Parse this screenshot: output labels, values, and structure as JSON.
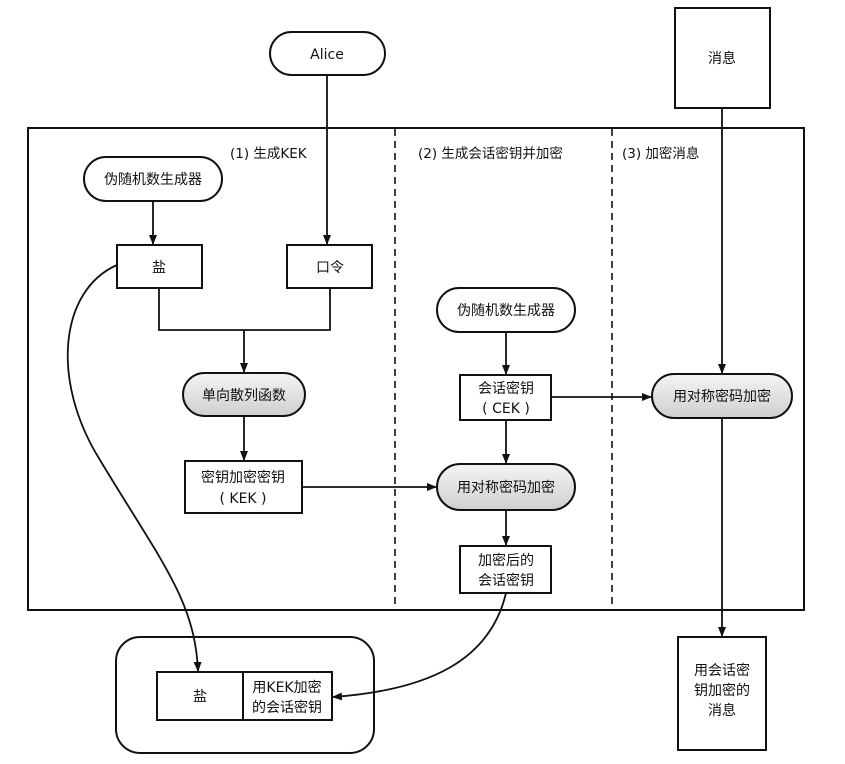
{
  "diagram": {
    "inputs": {
      "alice": "Alice",
      "message": "消息"
    },
    "sections": [
      {
        "header": "(1) 生成KEK"
      },
      {
        "header": "(2) 生成会话密钥并加密"
      },
      {
        "header": "(3) 加密消息"
      }
    ],
    "section1": {
      "prng": "伪随机数生成器",
      "salt": "盐",
      "password": "口令",
      "hash": "单向散列函数",
      "kek_line1": "密钥加密密钥",
      "kek_line2": "( KEK )"
    },
    "section2": {
      "prng": "伪随机数生成器",
      "cek_line1": "会话密钥",
      "cek_line2": "( CEK )",
      "encrypt": "用对称密码加密",
      "encrypted_line1": "加密后的",
      "encrypted_line2": "会话密钥"
    },
    "section3": {
      "encrypt": "用对称密码加密"
    },
    "output_store": {
      "salt": "盐",
      "encrypted_key_line1": "用KEK加密",
      "encrypted_key_line2": "的会话密钥"
    },
    "output_message": {
      "line1": "用会话密",
      "line2": "钥加密的",
      "line3": "消息"
    },
    "colors": {
      "stroke": "#111111",
      "shade": "#d9d9d9",
      "background": "#ffffff"
    }
  }
}
